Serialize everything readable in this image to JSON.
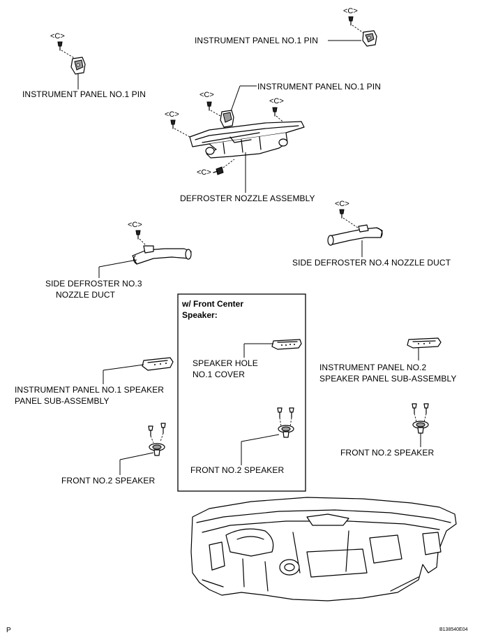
{
  "labels": {
    "pin_top_right": "INSTRUMENT PANEL NO.1 PIN",
    "pin_left": "INSTRUMENT PANEL NO.1 PIN",
    "pin_center": "INSTRUMENT PANEL NO.1 PIN",
    "defroster_nozzle": "DEFROSTER NOZZLE ASSEMBLY",
    "side_defroster_no4": "SIDE DEFROSTER NO.4 NOZZLE DUCT",
    "side_defroster_no3_line1": "SIDE DEFROSTER NO.3",
    "side_defroster_no3_line2": "NOZZLE DUCT",
    "inset_title_line1": "w/ Front Center",
    "inset_title_line2": "Speaker:",
    "speaker_hole_line1": "SPEAKER HOLE",
    "speaker_hole_line2": "NO.1 COVER",
    "front_speaker_center": "FRONT NO.2 SPEAKER",
    "panel_no2_line1": "INSTRUMENT PANEL NO.2",
    "panel_no2_line2": "SPEAKER PANEL SUB-ASSEMBLY",
    "panel_no1_speaker_line1": "INSTRUMENT PANEL NO.1 SPEAKER",
    "panel_no1_speaker_line2": "PANEL SUB-ASSEMBLY",
    "front_speaker_right": "FRONT NO.2 SPEAKER",
    "front_speaker_left": "FRONT NO.2 SPEAKER"
  },
  "clip_tags": {
    "tag_1": "<C>",
    "tag_2": "<C>",
    "tag_3": "<C>",
    "tag_4": "<C>",
    "tag_5": "<C>",
    "tag_6": "<C>",
    "tag_7": "<C>",
    "tag_8": "<C>"
  },
  "footer": {
    "page_letter": "P",
    "figure_code": "B138540E04"
  }
}
